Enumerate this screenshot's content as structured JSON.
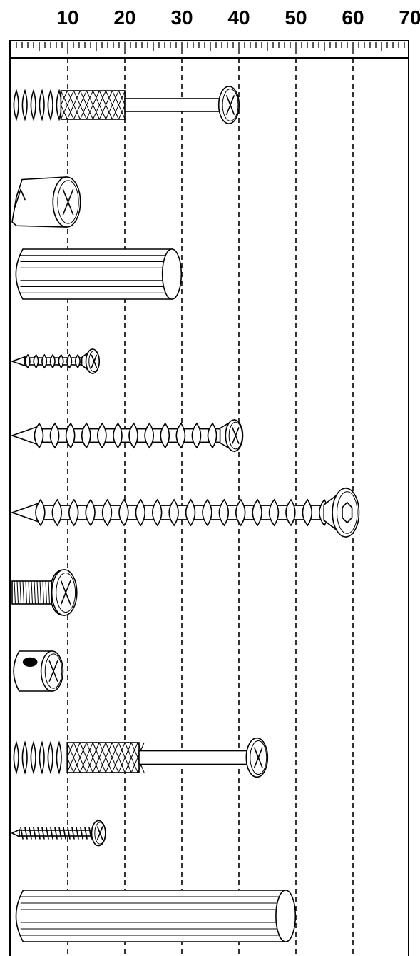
{
  "ruler": {
    "labels": [
      "10",
      "20",
      "30",
      "40",
      "50",
      "60",
      "70"
    ],
    "mm_range": [
      0,
      70
    ],
    "minor_step_mm": 1,
    "major_step_mm": 5,
    "guide_lines_mm": [
      10,
      20,
      30,
      40,
      50,
      60
    ],
    "color": "#000000"
  },
  "chart_data": {
    "type": "diagram",
    "parts": [
      {
        "kind": "expansion-anchor-bolt",
        "length_mm": 40
      },
      {
        "kind": "cam-lock",
        "length_mm": 12
      },
      {
        "kind": "wood-dowel",
        "length_mm": 30
      },
      {
        "kind": "short-wood-screw",
        "length_mm": 15
      },
      {
        "kind": "long-wood-screw",
        "length_mm": 40
      },
      {
        "kind": "hex-socket-screw",
        "length_mm": 60
      },
      {
        "kind": "machine-screw",
        "length_mm": 10
      },
      {
        "kind": "barrel-nut",
        "length_mm": 9
      },
      {
        "kind": "expansion-anchor-bolt",
        "length_mm": 45
      },
      {
        "kind": "pan-head-screw",
        "length_mm": 16
      },
      {
        "kind": "long-wood-dowel",
        "length_mm": 50
      }
    ]
  }
}
